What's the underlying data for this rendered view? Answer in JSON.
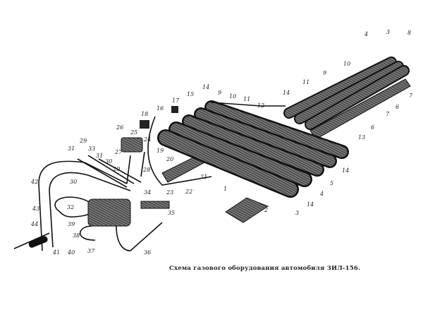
{
  "caption": "Схема газового оборудования автомобиля ЗИЛ-156.",
  "labels": [
    "4",
    "3",
    "8",
    "10",
    "9",
    "11",
    "7",
    "6",
    "7",
    "6",
    "13",
    "14",
    "12",
    "14",
    "9",
    "10",
    "11",
    "17",
    "15",
    "16",
    "18",
    "19",
    "20",
    "21",
    "22",
    "23",
    "14",
    "5",
    "4",
    "14",
    "3",
    "2",
    "1",
    "25",
    "26",
    "24",
    "27",
    "28",
    "29",
    "33",
    "31",
    "31",
    "30",
    "29",
    "30",
    "32",
    "42",
    "43",
    "44",
    "41",
    "40",
    "38",
    "39",
    "37",
    "36",
    "34",
    "35"
  ]
}
